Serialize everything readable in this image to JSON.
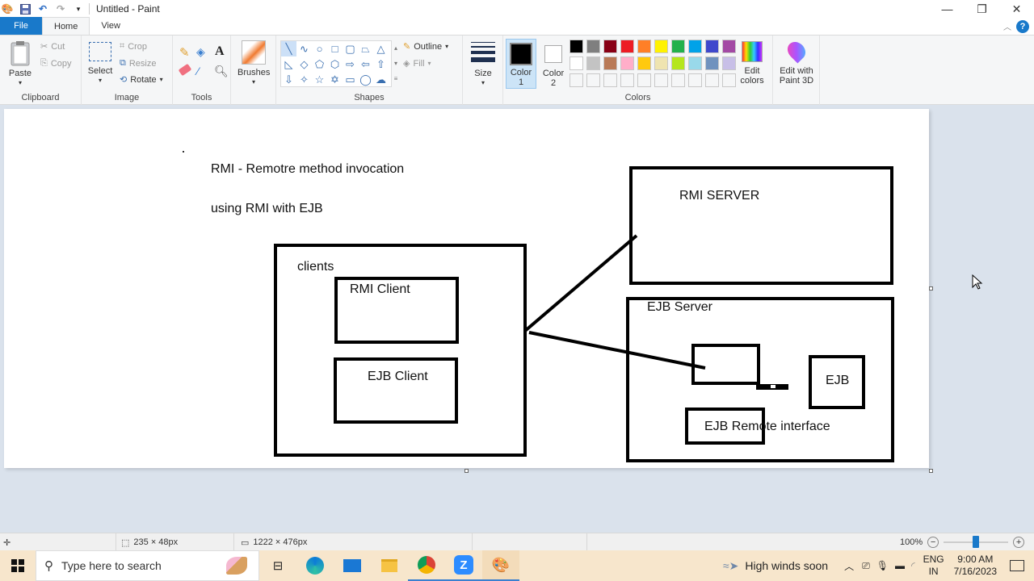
{
  "window": {
    "title": "Untitled - Paint",
    "controls": {
      "minimize": "—",
      "maximize": "❐",
      "close": "✕"
    }
  },
  "quick_access": {
    "icons": [
      "paint-app-icon",
      "save-icon",
      "undo-icon",
      "redo-icon",
      "customize-dropdown-icon"
    ]
  },
  "tabs": [
    {
      "label": "File"
    },
    {
      "label": "Home",
      "active": true
    },
    {
      "label": "View"
    }
  ],
  "help": {
    "label": "?"
  },
  "ribbon": {
    "clipboard": {
      "label": "Clipboard",
      "paste": "Paste",
      "cut": "Cut",
      "copy": "Copy"
    },
    "image": {
      "label": "Image",
      "select": "Select",
      "crop": "Crop",
      "resize": "Resize",
      "rotate": "Rotate"
    },
    "tools": {
      "label": "Tools",
      "items": [
        "pencil",
        "fill",
        "text",
        "eraser",
        "color-picker",
        "magnifier"
      ]
    },
    "brushes": {
      "label": "Brushes"
    },
    "shapes": {
      "label": "Shapes",
      "outline": "Outline",
      "fill": "Fill",
      "glyphs": [
        "╲",
        "∿",
        "○",
        "□",
        "▢",
        "⏢",
        "△",
        "◺",
        "◇",
        "⬠",
        "⬡",
        "⇨",
        "⇦",
        "⇧",
        "⇩",
        "✧",
        "☆",
        "✡",
        "💬",
        "🗨",
        "☁"
      ]
    },
    "size": {
      "label": "Size"
    },
    "colors": {
      "label": "Colors",
      "color1": {
        "label": "Color",
        "num": "1",
        "value": "#000000"
      },
      "color2": {
        "label": "Color",
        "num": "2",
        "value": "#ffffff"
      },
      "palette_row1": [
        "#000000",
        "#7f7f7f",
        "#880015",
        "#ed1c24",
        "#ff7f27",
        "#fff200",
        "#22b14c",
        "#00a2e8",
        "#3f48cc",
        "#a349a4"
      ],
      "palette_row2": [
        "#ffffff",
        "#c3c3c3",
        "#b97a57",
        "#ffaec9",
        "#ffc90e",
        "#efe4b0",
        "#b5e61d",
        "#99d9ea",
        "#7092be",
        "#c8bfe7"
      ],
      "edit_colors": "Edit colors",
      "edit_paint3d": "Edit with Paint 3D"
    }
  },
  "drawing": {
    "heading1": "RMI - Remotre method invocation",
    "heading2": "using RMI with EJB",
    "clients_label": "clients",
    "rmi_client": "RMI Client",
    "ejb_client": "EJB Client",
    "rmi_server": "RMI SERVER",
    "ejb_server": "EJB Server",
    "ejb": "EJB",
    "ejb_remote_interface": "EJB Remote interface"
  },
  "statusbar": {
    "selection_size": "235 × 48px",
    "canvas_size": "1222 × 476px",
    "zoom": "100%"
  },
  "taskbar": {
    "search_placeholder": "Type here to search",
    "weather": "High winds soon",
    "lang1": "ENG",
    "lang2": "IN",
    "time": "9:00 AM",
    "date": "7/16/2023"
  }
}
